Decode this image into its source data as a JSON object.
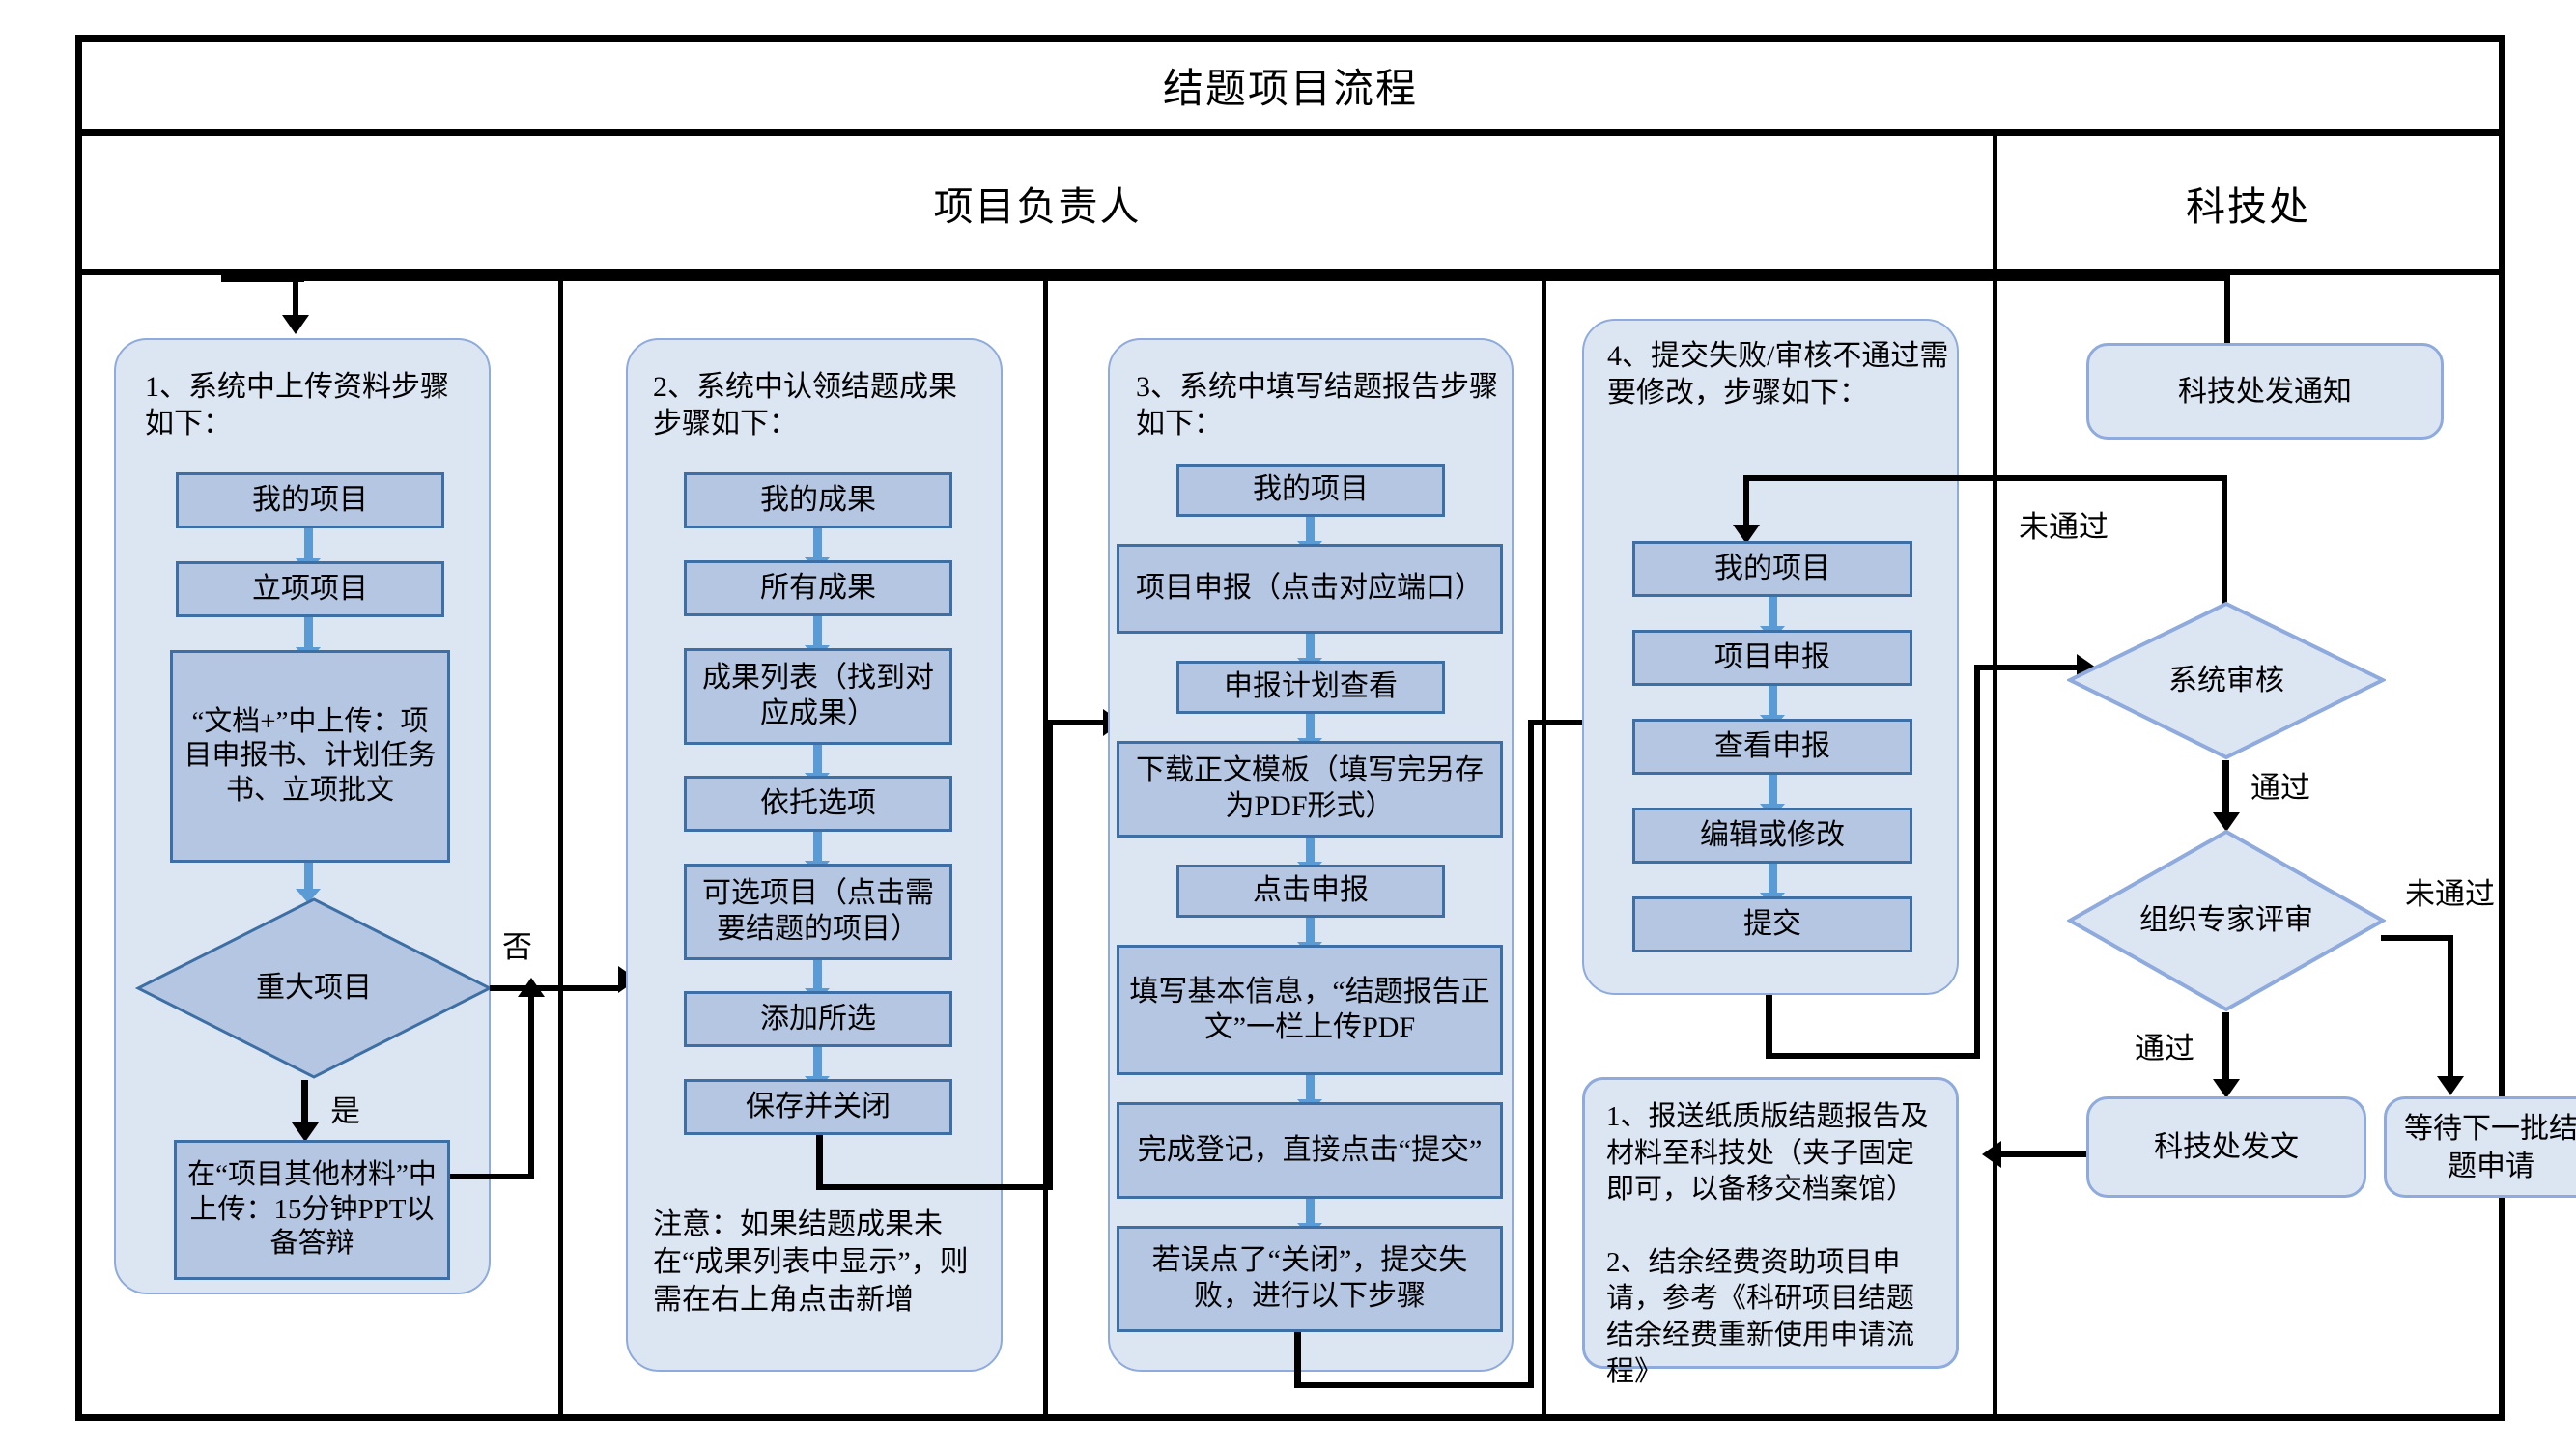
{
  "title": "结题项目流程",
  "lanes": {
    "owner": "项目负责人",
    "office": "科技处"
  },
  "col1": {
    "heading": "1、系统中上传资料步骤如下：",
    "steps": [
      "我的项目",
      "立项项目",
      "“文档+”中上传：项目申报书、计划任务书、立项批文"
    ],
    "decision": "重大项目",
    "yes_label": "是",
    "no_label": "否",
    "major_step": "在“项目其他材料”中上传：15分钟PPT以备答辩"
  },
  "col2": {
    "heading": "2、系统中认领结题成果步骤如下：",
    "steps": [
      "我的成果",
      "所有成果",
      "成果列表（找到对应成果）",
      "依托选项",
      "可选项目（点击需要结题的项目）",
      "添加所选",
      "保存并关闭"
    ],
    "note": "注意：如果结题成果未在“成果列表中显示”，则需在右上角点击新增"
  },
  "col3": {
    "heading": "3、系统中填写结题报告步骤如下：",
    "steps": [
      "我的项目",
      "项目申报（点击对应端口）",
      "申报计划查看",
      "下载正文模板（填写完另存为PDF形式）",
      "点击申报",
      "填写基本信息，“结题报告正文”一栏上传PDF",
      "完成登记，直接点击“提交”",
      "若误点了“关闭”，提交失败，进行以下步骤"
    ]
  },
  "col4": {
    "heading": "4、提交失败/审核不通过需要修改，步骤如下：",
    "steps": [
      "我的项目",
      "项目申报",
      "查看申报",
      "编辑或修改",
      "提交"
    ],
    "final_note": "1、报送纸质版结题报告及材料至科技处（夹子固定即可，以备移交档案馆）\n\n2、结余经费资助项目申请，参考《科研项目结题结余经费重新使用申请流程》"
  },
  "col5": {
    "notice": "科技处发通知",
    "decision1": "系统审核",
    "decision2": "组织专家评审",
    "pass1": "通过",
    "fail1": "未通过",
    "pass2": "通过",
    "fail2": "未通过",
    "result_pass": "科技处发文",
    "result_fail": "等待下一批结题申请"
  },
  "colors": {
    "lane_fill": "#DCE6F3",
    "lane_border": "#8FAADC",
    "step_fill": "#B4C6E2",
    "step_border": "#3E6FA4",
    "arrow_blue": "#5B9BD5",
    "line_black": "#000000"
  }
}
